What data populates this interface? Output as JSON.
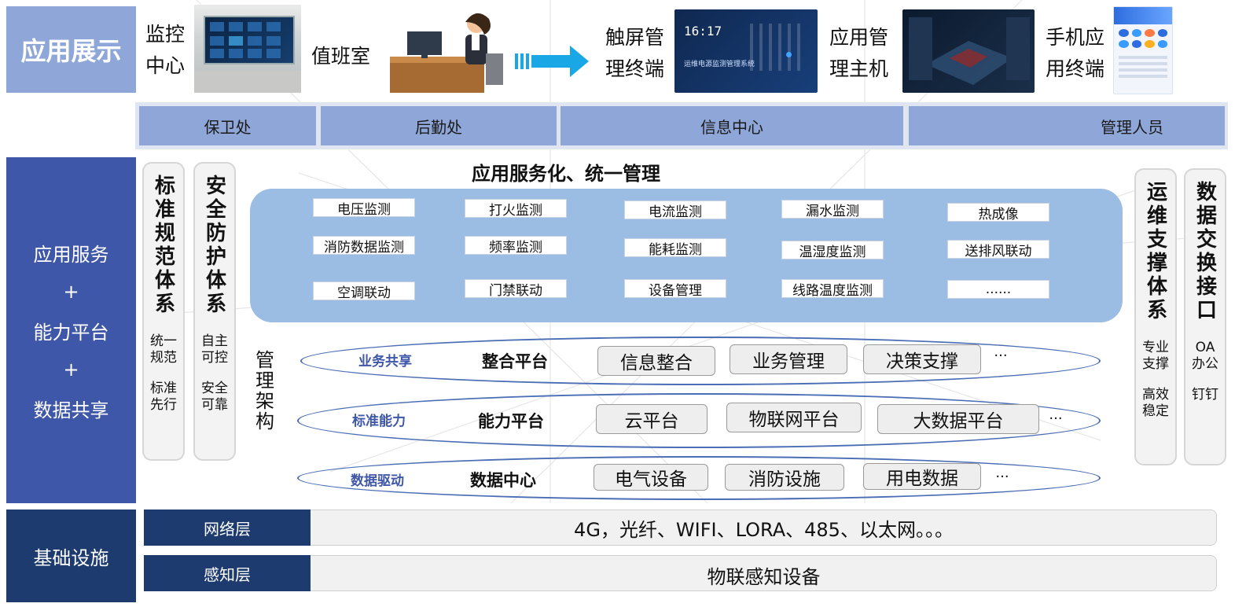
{
  "categories": {
    "app_display": "应用展示",
    "app_services": [
      "应用服务",
      "+",
      "能力平台",
      "+",
      "数据共享"
    ],
    "infrastructure": "基础设施"
  },
  "display_endpoints": {
    "monitor_center": [
      "监控",
      "中心"
    ],
    "duty_room": "值班室",
    "touch_terminal": [
      "触屏管",
      "理终端"
    ],
    "app_host": [
      "应用管",
      "理主机"
    ],
    "mobile_terminal": [
      "手机应",
      "用终端"
    ],
    "touch_screen_time": "16:17",
    "touch_screen_caption": "运维电源监测管理系统"
  },
  "departments": [
    "保卫处",
    "后勤处",
    "信息中心",
    "管理人员"
  ],
  "left_pillars": [
    {
      "title": "标准规范体系",
      "notes": [
        "统一规范",
        "标准先行"
      ]
    },
    {
      "title": "安全防护体系",
      "notes": [
        "自主可控",
        "安全可靠"
      ]
    }
  ],
  "right_pillars": [
    {
      "title": "运维支撑体系",
      "notes": [
        "专业支撑",
        "高效稳定"
      ]
    },
    {
      "title": "数据交换接口",
      "notes": [
        "OA办公",
        "钉钉"
      ]
    }
  ],
  "service_title": "应用服务化、统一管理",
  "services": [
    [
      "电压监测",
      "打火监测",
      "电流监测",
      "漏水监测",
      "热成像"
    ],
    [
      "消防数据监测",
      "频率监测",
      "能耗监测",
      "温湿度监测",
      "送排风联动"
    ],
    [
      "空调联动",
      "门禁联动",
      "设备管理",
      "线路温度监测",
      "......"
    ]
  ],
  "management_architecture": "管理架构",
  "platform_rings": [
    {
      "tag": "业务共享",
      "name": "整合平台",
      "chips": [
        "信息整合",
        "业务管理",
        "决策支撑"
      ],
      "more": "···"
    },
    {
      "tag": "标准能力",
      "name": "能力平台",
      "chips": [
        "云平台",
        "物联网平台",
        "大数据平台"
      ],
      "more": "···"
    },
    {
      "tag": "数据驱动",
      "name": "数据中心",
      "chips": [
        "电气设备",
        "消防设施",
        "用电数据"
      ],
      "more": "···"
    }
  ],
  "infra_layers": [
    {
      "name": "网络层",
      "content": "4G，光纤、WIFI、LORA、485、以太网。。。"
    },
    {
      "name": "感知层",
      "content": "物联感知设备"
    }
  ],
  "colors": {
    "light_blue": "#8fa7d8",
    "mid_blue": "#3f57a8",
    "navy": "#1d3b6f",
    "panel_blue": "#9bbde4",
    "arrow_cyan": "#1aa7e6"
  }
}
